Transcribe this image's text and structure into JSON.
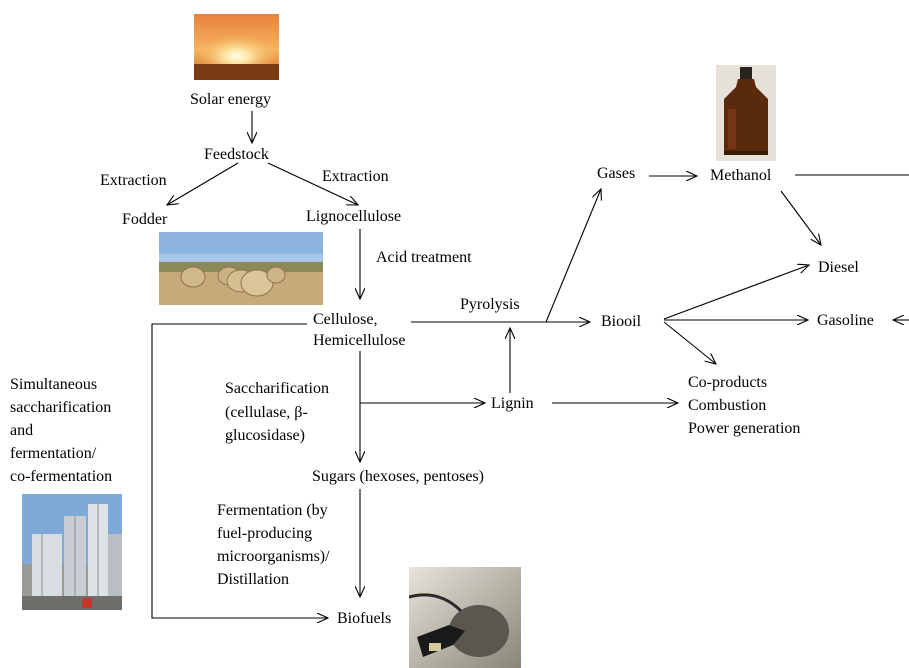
{
  "nodes": {
    "solar_energy": "Solar energy",
    "feedstock": "Feedstock",
    "extraction_left": "Extraction",
    "extraction_right": "Extraction",
    "fodder": "Fodder",
    "lignocellulose": "Lignocellulose",
    "acid_treatment": "Acid treatment",
    "cellulose_line1": "Cellulose,",
    "cellulose_line2": "Hemicellulose",
    "pyrolysis": "Pyrolysis",
    "biooil": "Biooil",
    "gases": "Gases",
    "methanol": "Methanol",
    "diesel": "Diesel",
    "gasoline": "Gasoline",
    "coproducts_line1": "Co-products",
    "coproducts_line2": "Combustion",
    "coproducts_line3": "Power generation",
    "lignin": "Lignin",
    "sacch_line1": "Saccharification",
    "sacch_line2": "(cellulase, β-",
    "sacch_line3": "glucosidase)",
    "sugars": "Sugars (hexoses, pentoses)",
    "ferm_line1": "Fermentation (by",
    "ferm_line2": "fuel-producing",
    "ferm_line3": "microorganisms)/",
    "ferm_line4": "Distillation",
    "biofuels": "Biofuels",
    "ssf_line1": "Simultaneous",
    "ssf_line2": "saccharification",
    "ssf_line3": "and",
    "ssf_line4": "fermentation/",
    "ssf_line5": "co-fermentation"
  },
  "photos": {
    "sunset": "sunset-photo",
    "hay_bales": "hay-bales-photo",
    "methanol_bottle": "methanol-bottle-photo",
    "biorefinery_plant": "biorefinery-plant-photo",
    "fuel_nozzle": "fuel-nozzle-photo"
  }
}
